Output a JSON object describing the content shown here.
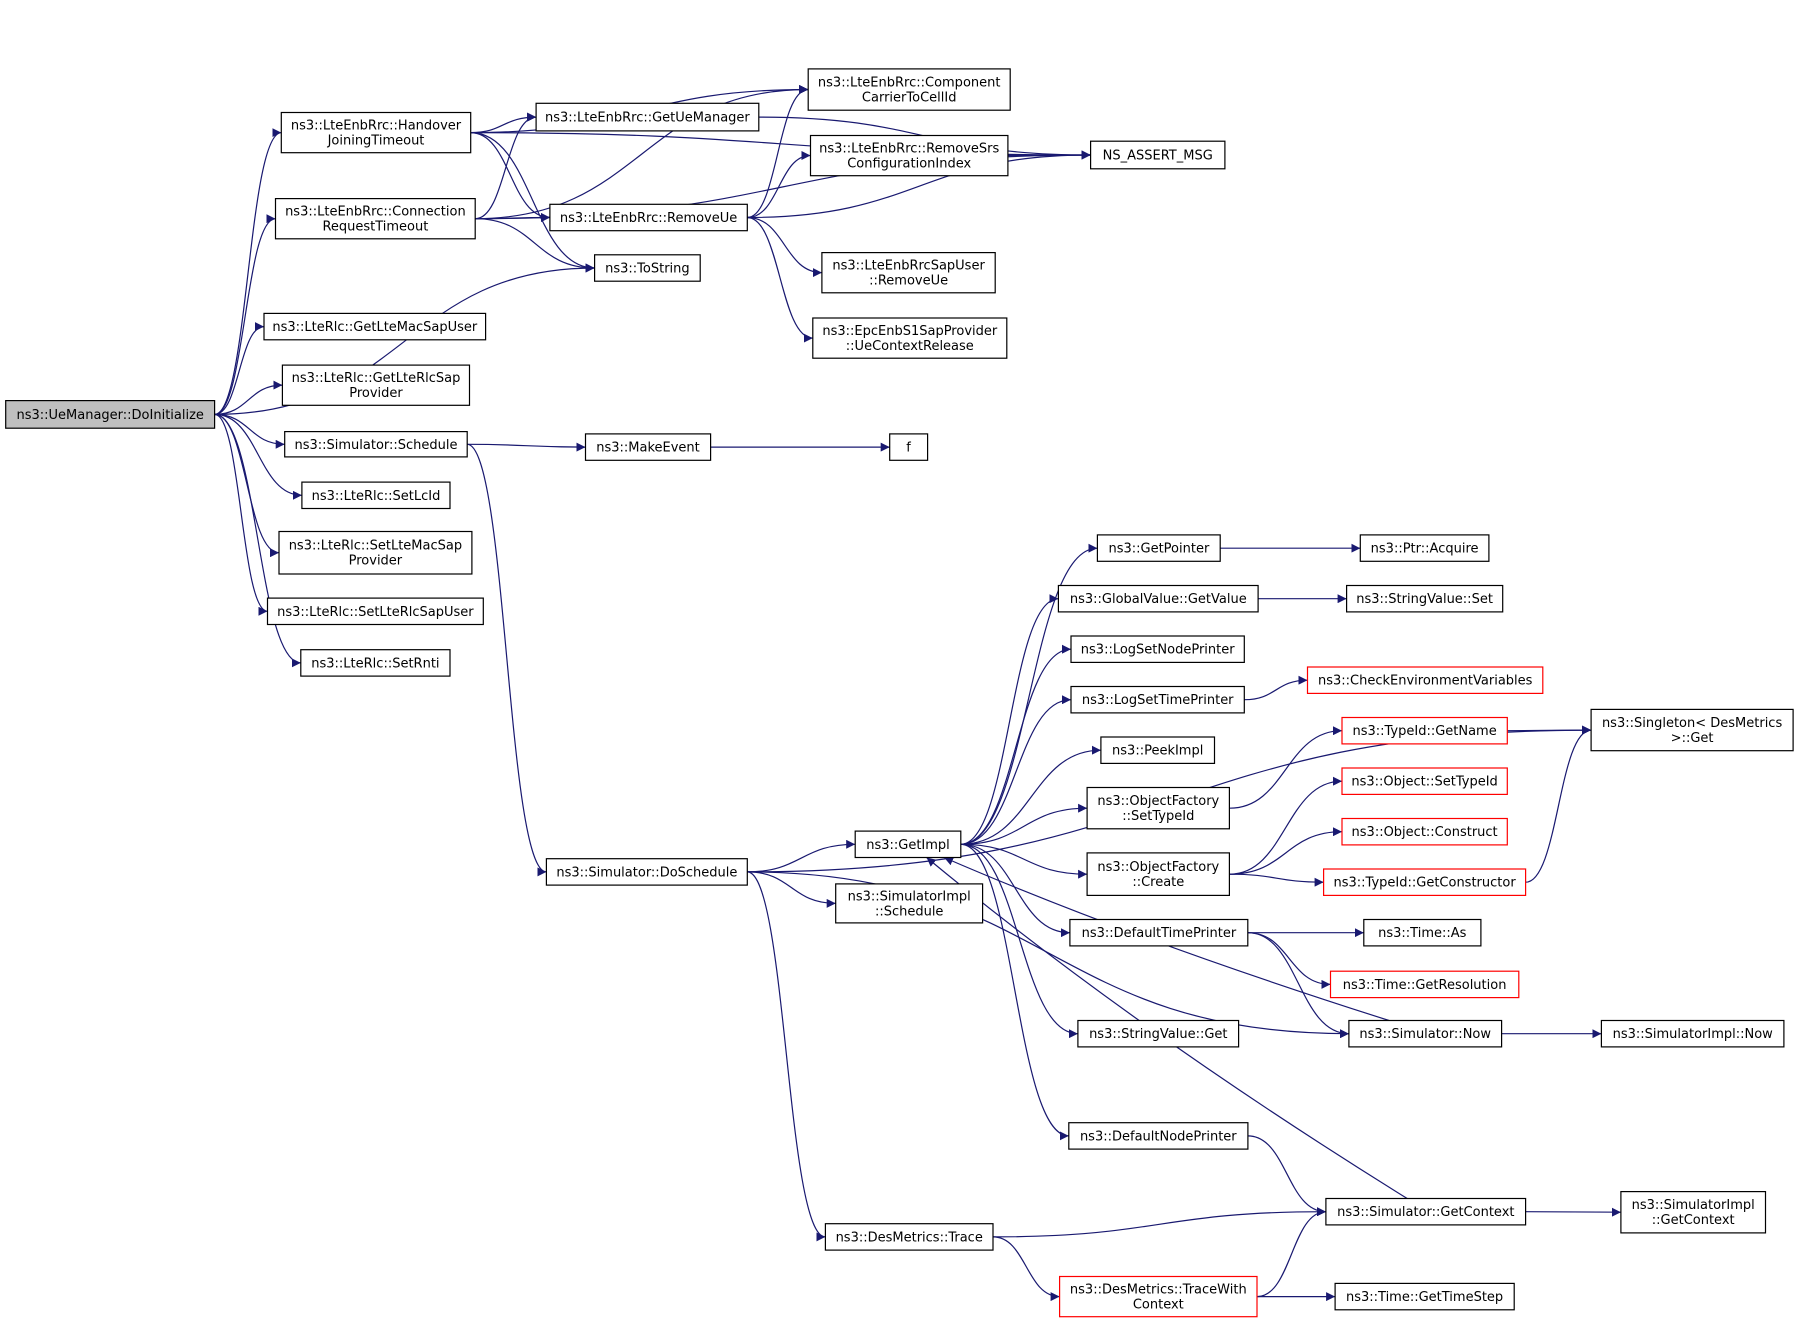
{
  "nodes": [
    {
      "id": "root",
      "lines": [
        "ns3::UeManager::DoInitialize"
      ],
      "style": "root"
    },
    {
      "id": "handover",
      "lines": [
        "ns3::LteEnbRrc::Handover",
        "JoiningTimeout"
      ]
    },
    {
      "id": "connreq",
      "lines": [
        "ns3::LteEnbRrc::Connection",
        "RequestTimeout"
      ]
    },
    {
      "id": "getuemgr",
      "lines": [
        "ns3::LteEnbRrc::GetUeManager"
      ]
    },
    {
      "id": "removeue",
      "lines": [
        "ns3::LteEnbRrc::RemoveUe"
      ]
    },
    {
      "id": "tostring",
      "lines": [
        "ns3::ToString"
      ]
    },
    {
      "id": "component",
      "lines": [
        "ns3::LteEnbRrc::Component",
        "CarrierToCellId"
      ]
    },
    {
      "id": "removesrs",
      "lines": [
        "ns3::LteEnbRrc::RemoveSrs",
        "ConfigurationIndex"
      ]
    },
    {
      "id": "assert",
      "lines": [
        "NS_ASSERT_MSG"
      ]
    },
    {
      "id": "sapuser",
      "lines": [
        "ns3::LteEnbRrcSapUser",
        "::RemoveUe"
      ]
    },
    {
      "id": "epc",
      "lines": [
        "ns3::EpcEnbS1SapProvider",
        "::UeContextRelease"
      ]
    },
    {
      "id": "getmac",
      "lines": [
        "ns3::LteRlc::GetLteMacSapUser"
      ]
    },
    {
      "id": "getrlcsap",
      "lines": [
        "ns3::LteRlc::GetLteRlcSap",
        "Provider"
      ]
    },
    {
      "id": "schedule",
      "lines": [
        "ns3::Simulator::Schedule"
      ]
    },
    {
      "id": "makeevent",
      "lines": [
        "ns3::MakeEvent"
      ]
    },
    {
      "id": "f",
      "lines": [
        "f"
      ]
    },
    {
      "id": "setlcid",
      "lines": [
        "ns3::LteRlc::SetLcId"
      ]
    },
    {
      "id": "setmacsap",
      "lines": [
        "ns3::LteRlc::SetLteMacSap",
        "Provider"
      ]
    },
    {
      "id": "setrlcsapuser",
      "lines": [
        "ns3::LteRlc::SetLteRlcSapUser"
      ]
    },
    {
      "id": "setrnti",
      "lines": [
        "ns3::LteRlc::SetRnti"
      ]
    },
    {
      "id": "doschedule",
      "lines": [
        "ns3::Simulator::DoSchedule"
      ]
    },
    {
      "id": "getimpl",
      "lines": [
        "ns3::GetImpl"
      ]
    },
    {
      "id": "simimplsched",
      "lines": [
        "ns3::SimulatorImpl",
        "::Schedule"
      ]
    },
    {
      "id": "getpointer",
      "lines": [
        "ns3::GetPointer"
      ]
    },
    {
      "id": "ptracquire",
      "lines": [
        "ns3::Ptr::Acquire"
      ]
    },
    {
      "id": "gvgetvalue",
      "lines": [
        "ns3::GlobalValue::GetValue"
      ]
    },
    {
      "id": "svset",
      "lines": [
        "ns3::StringValue::Set"
      ]
    },
    {
      "id": "lognode",
      "lines": [
        "ns3::LogSetNodePrinter"
      ]
    },
    {
      "id": "logtime",
      "lines": [
        "ns3::LogSetTimePrinter"
      ]
    },
    {
      "id": "checkenv",
      "lines": [
        "ns3::CheckEnvironmentVariables"
      ],
      "style": "trunc"
    },
    {
      "id": "peekimpl",
      "lines": [
        "ns3::PeekImpl"
      ]
    },
    {
      "id": "ofsettypeid",
      "lines": [
        "ns3::ObjectFactory",
        "::SetTypeId"
      ]
    },
    {
      "id": "typeidgetname",
      "lines": [
        "ns3::TypeId::GetName"
      ],
      "style": "trunc"
    },
    {
      "id": "singleton",
      "lines": [
        "ns3::Singleton< DesMetrics",
        ">::Get"
      ]
    },
    {
      "id": "objsettypeid",
      "lines": [
        "ns3::Object::SetTypeId"
      ],
      "style": "trunc"
    },
    {
      "id": "objconstruct",
      "lines": [
        "ns3::Object::Construct"
      ],
      "style": "trunc"
    },
    {
      "id": "ofcreate",
      "lines": [
        "ns3::ObjectFactory",
        "::Create"
      ]
    },
    {
      "id": "typeidgetctor",
      "lines": [
        "ns3::TypeId::GetConstructor"
      ],
      "style": "trunc"
    },
    {
      "id": "deftimeprinter",
      "lines": [
        "ns3::DefaultTimePrinter"
      ]
    },
    {
      "id": "timeas",
      "lines": [
        "ns3::Time::As"
      ]
    },
    {
      "id": "timegetres",
      "lines": [
        "ns3::Time::GetResolution"
      ],
      "style": "trunc"
    },
    {
      "id": "svget",
      "lines": [
        "ns3::StringValue::Get"
      ]
    },
    {
      "id": "simnow",
      "lines": [
        "ns3::Simulator::Now"
      ]
    },
    {
      "id": "simimplnow",
      "lines": [
        "ns3::SimulatorImpl::Now"
      ]
    },
    {
      "id": "defnodeprinter",
      "lines": [
        "ns3::DefaultNodePrinter"
      ]
    },
    {
      "id": "simgetcontext",
      "lines": [
        "ns3::Simulator::GetContext"
      ]
    },
    {
      "id": "simimplgetctx",
      "lines": [
        "ns3::SimulatorImpl",
        "::GetContext"
      ]
    },
    {
      "id": "desmtrace",
      "lines": [
        "ns3::DesMetrics::Trace"
      ]
    },
    {
      "id": "desmtracectx",
      "lines": [
        "ns3::DesMetrics::TraceWith",
        "Context"
      ],
      "style": "trunc"
    },
    {
      "id": "timegetstep",
      "lines": [
        "ns3::Time::GetTimeStep"
      ]
    }
  ],
  "edges": [
    [
      "root",
      "handover"
    ],
    [
      "root",
      "connreq"
    ],
    [
      "root",
      "tostring"
    ],
    [
      "root",
      "getmac"
    ],
    [
      "root",
      "getrlcsap"
    ],
    [
      "root",
      "schedule"
    ],
    [
      "root",
      "setlcid"
    ],
    [
      "root",
      "setmacsap"
    ],
    [
      "root",
      "setrlcsapuser"
    ],
    [
      "root",
      "setrnti"
    ],
    [
      "handover",
      "getuemgr"
    ],
    [
      "handover",
      "component"
    ],
    [
      "handover",
      "assert"
    ],
    [
      "handover",
      "removeue"
    ],
    [
      "handover",
      "tostring"
    ],
    [
      "connreq",
      "getuemgr"
    ],
    [
      "connreq",
      "removeue"
    ],
    [
      "connreq",
      "component"
    ],
    [
      "connreq",
      "tostring"
    ],
    [
      "connreq",
      "assert"
    ],
    [
      "getuemgr",
      "assert"
    ],
    [
      "removeue",
      "component"
    ],
    [
      "removeue",
      "removesrs"
    ],
    [
      "removeue",
      "assert"
    ],
    [
      "removeue",
      "sapuser"
    ],
    [
      "removeue",
      "epc"
    ],
    [
      "removesrs",
      "assert"
    ],
    [
      "schedule",
      "makeevent"
    ],
    [
      "schedule",
      "doschedule"
    ],
    [
      "makeevent",
      "f"
    ],
    [
      "doschedule",
      "getimpl"
    ],
    [
      "doschedule",
      "simimplsched"
    ],
    [
      "doschedule",
      "singleton"
    ],
    [
      "doschedule",
      "simnow"
    ],
    [
      "doschedule",
      "desmtrace"
    ],
    [
      "getimpl",
      "getpointer"
    ],
    [
      "getimpl",
      "gvgetvalue"
    ],
    [
      "getimpl",
      "lognode"
    ],
    [
      "getimpl",
      "logtime"
    ],
    [
      "getimpl",
      "peekimpl"
    ],
    [
      "getimpl",
      "ofsettypeid"
    ],
    [
      "getimpl",
      "ofcreate"
    ],
    [
      "getimpl",
      "deftimeprinter"
    ],
    [
      "getimpl",
      "svget"
    ],
    [
      "getimpl",
      "defnodeprinter"
    ],
    [
      "getpointer",
      "ptracquire"
    ],
    [
      "gvgetvalue",
      "svset"
    ],
    [
      "logtime",
      "checkenv"
    ],
    [
      "ofsettypeid",
      "typeidgetname"
    ],
    [
      "typeidgetname",
      "singleton"
    ],
    [
      "ofcreate",
      "objsettypeid"
    ],
    [
      "ofcreate",
      "objconstruct"
    ],
    [
      "ofcreate",
      "typeidgetctor"
    ],
    [
      "typeidgetctor",
      "singleton"
    ],
    [
      "deftimeprinter",
      "timeas"
    ],
    [
      "deftimeprinter",
      "timegetres"
    ],
    [
      "deftimeprinter",
      "simnow"
    ],
    [
      "simnow",
      "getimpl"
    ],
    [
      "simnow",
      "simimplnow"
    ],
    [
      "defnodeprinter",
      "simgetcontext"
    ],
    [
      "simgetcontext",
      "getimpl"
    ],
    [
      "simgetcontext",
      "simimplgetctx"
    ],
    [
      "desmtrace",
      "simgetcontext"
    ],
    [
      "desmtrace",
      "desmtracectx"
    ],
    [
      "desmtracectx",
      "simgetcontext"
    ],
    [
      "desmtracectx",
      "timegetstep"
    ]
  ]
}
